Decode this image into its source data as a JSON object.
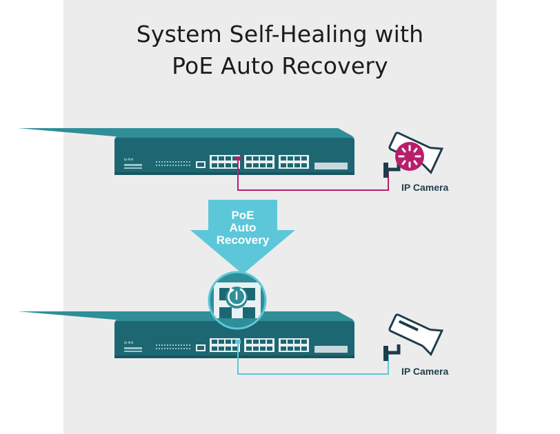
{
  "title": [
    "System Self-Healing with",
    "PoE Auto Recovery"
  ],
  "arrow_label": [
    "PoE",
    "Auto",
    "Recovery"
  ],
  "camera_label": "IP Camera",
  "brand": "tp-link",
  "colors": {
    "background": "#ececec",
    "switch_body": "#1d6772",
    "switch_top": "#2f8e98",
    "fault": "#b81e6b",
    "recovery": "#5cc7d9"
  },
  "icons": {
    "fault": "loading-spinner-icon",
    "recovery": "power-restore-icon"
  }
}
